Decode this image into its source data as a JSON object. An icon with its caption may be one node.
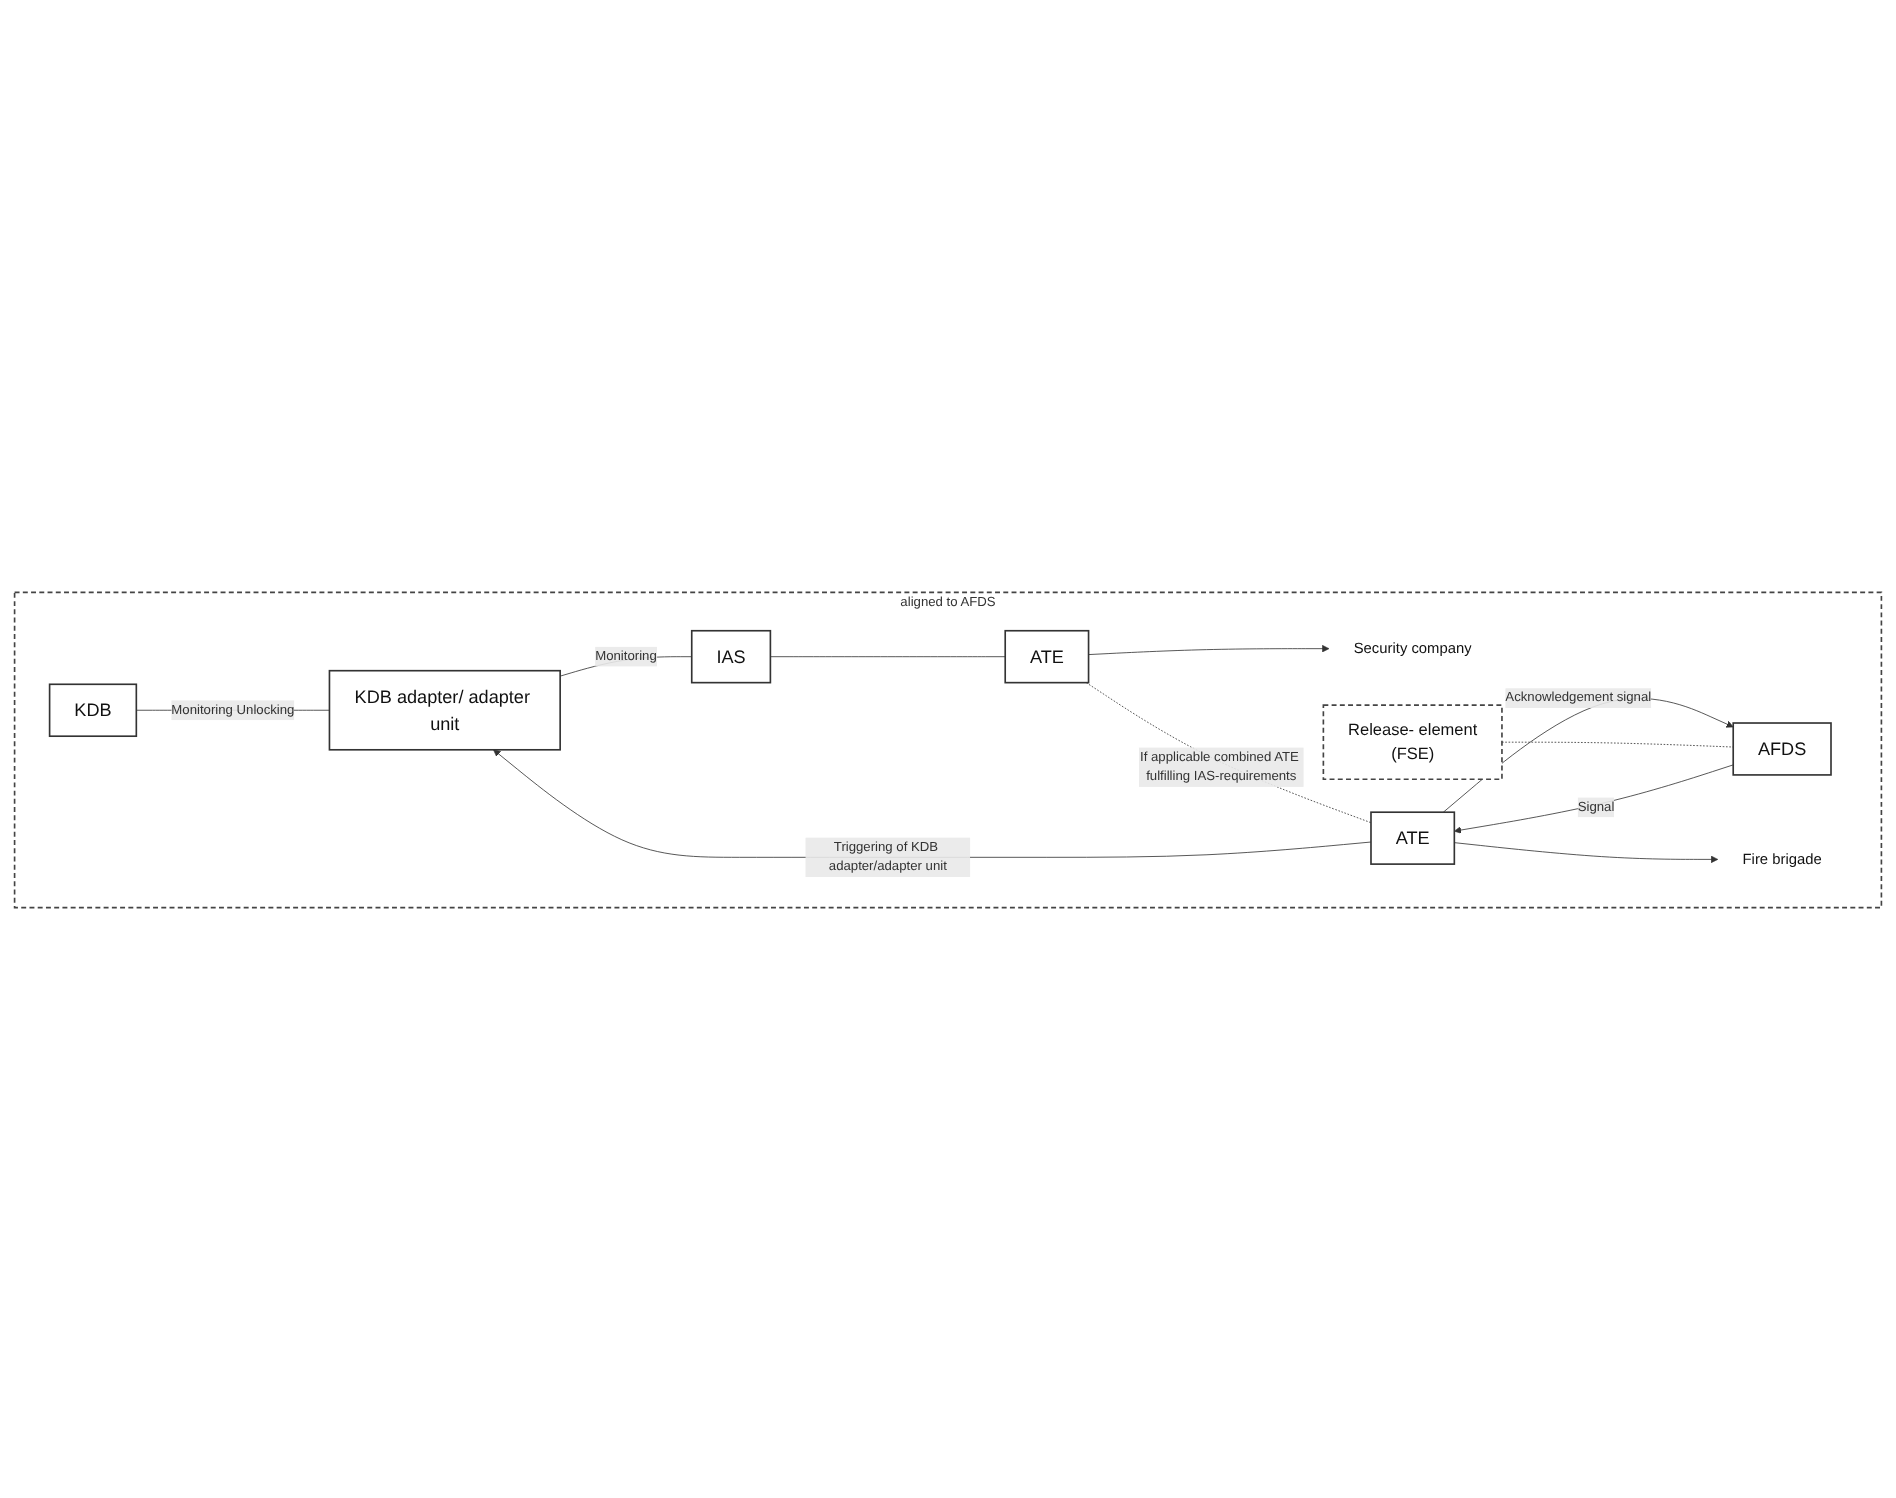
{
  "diagram": {
    "nodes": [
      {
        "text": [
          "aligned to AFDS"
        ]
      },
      {
        "text": [
          "KDB"
        ],
        "in": 0
      },
      {
        "text": [
          "KDB adapter/ adapter unit"
        ],
        "in": 0
      },
      {
        "text": [
          "IAS"
        ],
        "in": 0
      },
      {
        "text": [
          "ATE"
        ],
        "in": 0
      },
      {
        "text": [
          "Security company"
        ],
        "in": 0
      },
      {
        "text": [
          "AFDS"
        ],
        "in": 0
      },
      {
        "text": [
          "ATE"
        ],
        "in": 0
      },
      {
        "text": [
          "Fire brigade"
        ],
        "in": 0
      },
      {
        "text": [
          "Release- element",
          "(FSE)"
        ],
        "in": 0
      }
    ],
    "edges": [
      {
        "from": 1,
        "to": 2,
        "arrow": "none",
        "label": "Monitoring Unlocking"
      },
      {
        "from": 2,
        "to": 3,
        "arrow": "none",
        "label": "Monitoring"
      },
      {
        "from": 3,
        "to": 4,
        "arrow": "none"
      },
      {
        "from": 4,
        "to": 5,
        "arrow": "to"
      },
      {
        "from": 4,
        "to": 7,
        "arrow": "none",
        "style": "dashed",
        "label": "If applicable combined ATE fulfilling IAS-requirements"
      },
      {
        "from": 7,
        "to": 2,
        "arrow": "to",
        "label": "Triggering of KDB adapter/adapter unit"
      },
      {
        "from": 7,
        "to": 6,
        "arrow": "to",
        "label": "Acknowledgement signal"
      },
      {
        "from": 6,
        "to": 7,
        "arrow": "to",
        "label": "Signal"
      },
      {
        "from": 7,
        "to": 8,
        "arrow": "to"
      },
      {
        "from": 9,
        "to": 6,
        "arrow": "none",
        "style": "dashed"
      }
    ]
  }
}
